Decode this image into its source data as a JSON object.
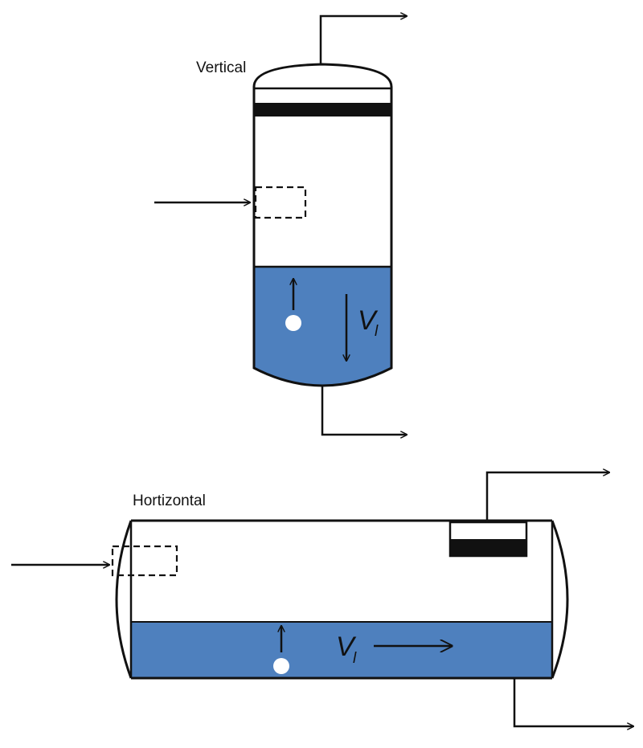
{
  "vertical": {
    "title": "Vertical",
    "velocity_symbol": "V",
    "velocity_subscript": "l"
  },
  "horizontal": {
    "title": "Hortizontal",
    "velocity_symbol": "V",
    "velocity_subscript": "l"
  },
  "colors": {
    "liquid": "#4e80be",
    "line": "#111111",
    "bubble": "#ffffff",
    "background": "#ffffff"
  }
}
